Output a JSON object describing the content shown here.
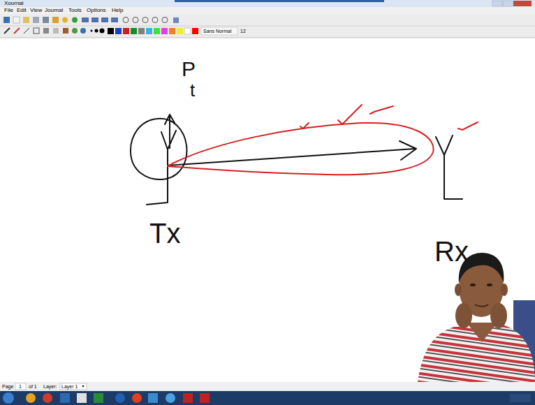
{
  "diagram": {
    "labels": [
      "Xournal",
      "File",
      "Edit",
      "View",
      "Journal",
      "Tools",
      "Options",
      "Help",
      "Sans Normal",
      "12",
      "P",
      "t",
      "Tx",
      "Rx",
      "Page",
      "1",
      "of 1",
      "Layer:",
      "Layer 1"
    ]
  }
}
